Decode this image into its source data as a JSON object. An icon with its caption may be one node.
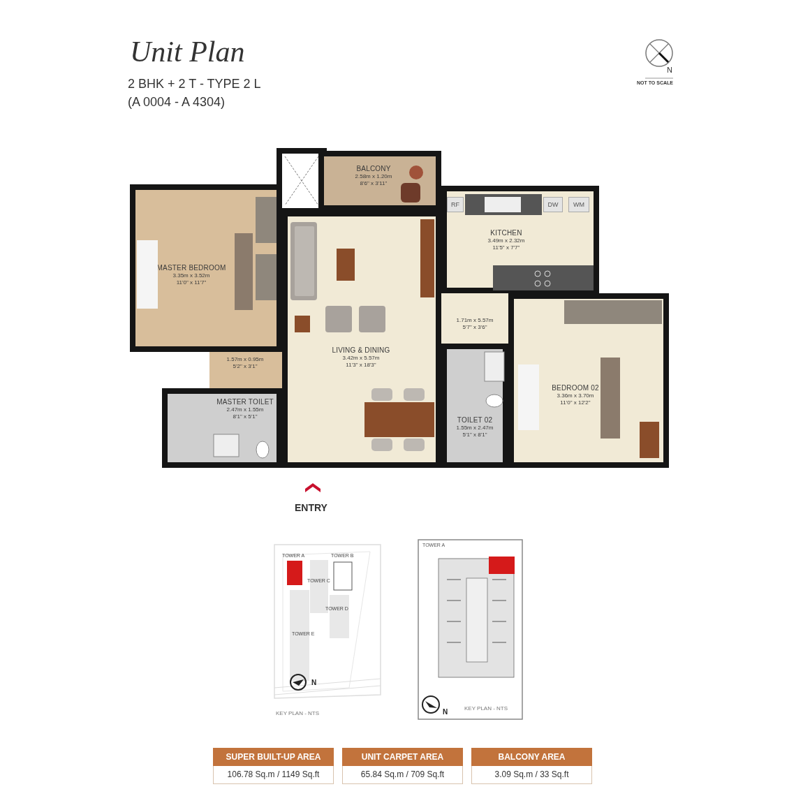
{
  "diagram": {
    "title": "Unit Plan",
    "nodes": [
      {
        "text": [
          "BALCONY",
          "2.58m x 1.20m",
          "8'6\" x 3'11\""
        ]
      },
      {
        "text": [
          "MASTER BEDROOM",
          "3.35m x 3.52m",
          "11'0\" x 11'7\""
        ]
      },
      {
        "text": [
          "RF"
        ],
        "in": 5
      },
      {
        "text": [
          "DW"
        ],
        "in": 5
      },
      {
        "text": [
          "WM"
        ],
        "in": 5
      },
      {
        "text": [
          "KITCHEN",
          "3.49m x 2.32m",
          "11'5\" x 7'7\""
        ]
      },
      {
        "text": [
          "1.71m x 5.57m",
          "5'7\" x 3'6\""
        ]
      },
      {
        "text": [
          "LIVING & DINING",
          "3.42m x 5.57m",
          "11'3\" x 18'3\""
        ]
      },
      {
        "text": [
          "1.57m x 0.95m",
          "5'2\" x 3'1\""
        ]
      },
      {
        "text": [
          "BEDROOM 02",
          "3.36m x 3.70m",
          "11'0\" x 12'2\""
        ]
      },
      {
        "text": [
          "MASTER TOILET",
          "2.47m x 1.55m",
          "8'1\" x 5'1\""
        ]
      },
      {
        "text": [
          "TOILET 02",
          "1.55m x 2.47m",
          "5'1\" x 8'1\""
        ]
      },
      {
        "text": [
          "SUPER BUILT-UP AREA",
          "106.78 Sq.m / 1149 Sq.ft"
        ]
      },
      {
        "text": [
          "UNIT CARPET AREA",
          "65.84 Sq.m / 709 Sq.ft"
        ]
      },
      {
        "text": [
          "BALCONY AREA",
          "3.09 Sq.m / 33 Sq.ft"
        ]
      }
    ],
    "labels": [
      "2 BHK + 2 T - TYPE 2 L",
      "(A 0004 - A 4304)",
      "N",
      "NOT TO SCALE",
      "ENTRY",
      "TOWER A",
      "TOWER B",
      "TOWER C",
      "TOWER D",
      "TOWER E",
      "N",
      "KEY PLAN - NTS",
      "TOWER A",
      "N",
      "KEY PLAN - NTS"
    ]
  }
}
